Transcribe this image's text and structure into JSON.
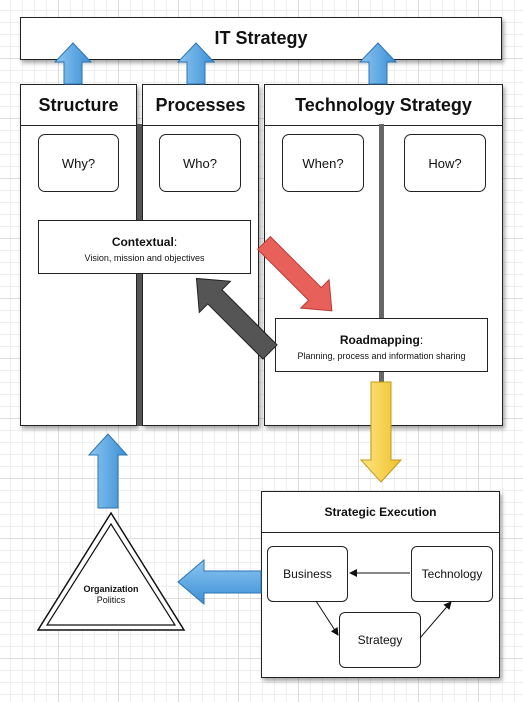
{
  "title": "IT Strategy",
  "columns": {
    "structure": "Structure",
    "processes": "Processes",
    "technology": "Technology Strategy"
  },
  "questions": {
    "why": "Why?",
    "who": "Who?",
    "when": "When?",
    "how": "How?"
  },
  "contextual": {
    "title": "Contextual",
    "colon": ":",
    "subtitle": "Vision, mission and objectives"
  },
  "roadmapping": {
    "title": "Roadmapping",
    "colon": ":",
    "subtitle": "Planning, process and information sharing"
  },
  "execution": {
    "title": "Strategic Execution",
    "business": "Business",
    "technology": "Technology",
    "strategy": "Strategy"
  },
  "organization": {
    "title": "Organization",
    "subtitle": "Politics"
  },
  "colors": {
    "blue_arrow": "#5aa8e4",
    "red_arrow": "#e8605a",
    "gray_arrow": "#555555",
    "yellow_arrow": "#f5d34a"
  }
}
